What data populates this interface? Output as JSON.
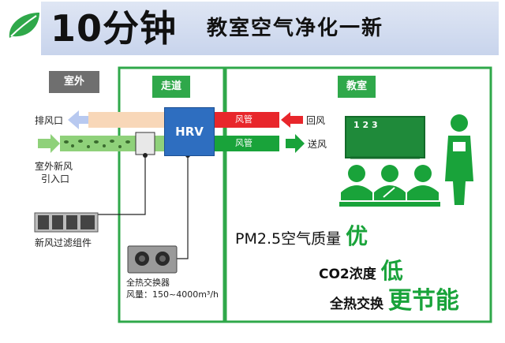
{
  "header": {
    "title_big": "10分钟",
    "title_sub": "教室空气净化一新"
  },
  "zones": {
    "outdoor": "室外",
    "corridor": "走道",
    "classroom": "教室"
  },
  "hrv_label": "HRV",
  "labels": {
    "exhaust": "排风口",
    "fresh_air_inlet_line1": "室外新风",
    "fresh_air_inlet_line2": "引入口",
    "filter": "新风过滤组件",
    "return_air": "回风",
    "supply_air": "送风",
    "duct_top": "风管",
    "duct_bottom": "风管",
    "exchanger_name": "全热交换器",
    "exchanger_airflow": "风量：150~4000m³/h",
    "board_text": "1 2 3"
  },
  "benefits": {
    "pm_text": "PM2.5空气质量",
    "pm_grade": "优",
    "co2_text": "CO2浓度",
    "co2_grade": "低",
    "energy_text": "全热交换",
    "energy_grade": "更节能"
  },
  "colors": {
    "green": "#2fa84a",
    "blue": "#2e6ec0",
    "red": "#e8262b",
    "peach": "#f8d7b8",
    "gray": "#6f6f6f"
  }
}
